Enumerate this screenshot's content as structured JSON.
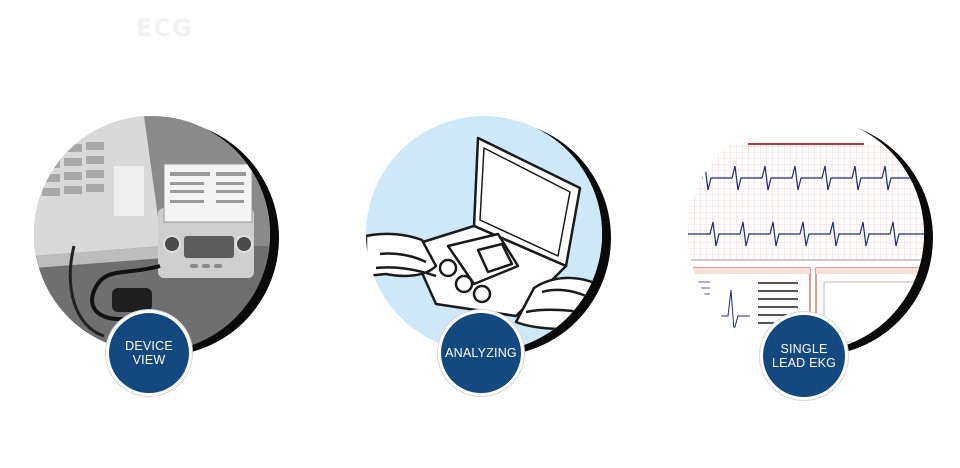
{
  "header": {
    "logo_text": "ECG"
  },
  "features": [
    {
      "label": "DEVICE VIEW",
      "icon": "handheld-ecg-device-photo"
    },
    {
      "label": "ANALYZING",
      "icon": "hands-holding-device-illustration"
    },
    {
      "label": "SINGLE LEAD EKG",
      "icon": "ekg-report-screenshot"
    }
  ],
  "colors": {
    "badge": "#14497f",
    "analyzing_background": "#cfe8f7",
    "ekg_grid": "#f2b8c2",
    "ekg_trace": "#1b2d7a"
  }
}
